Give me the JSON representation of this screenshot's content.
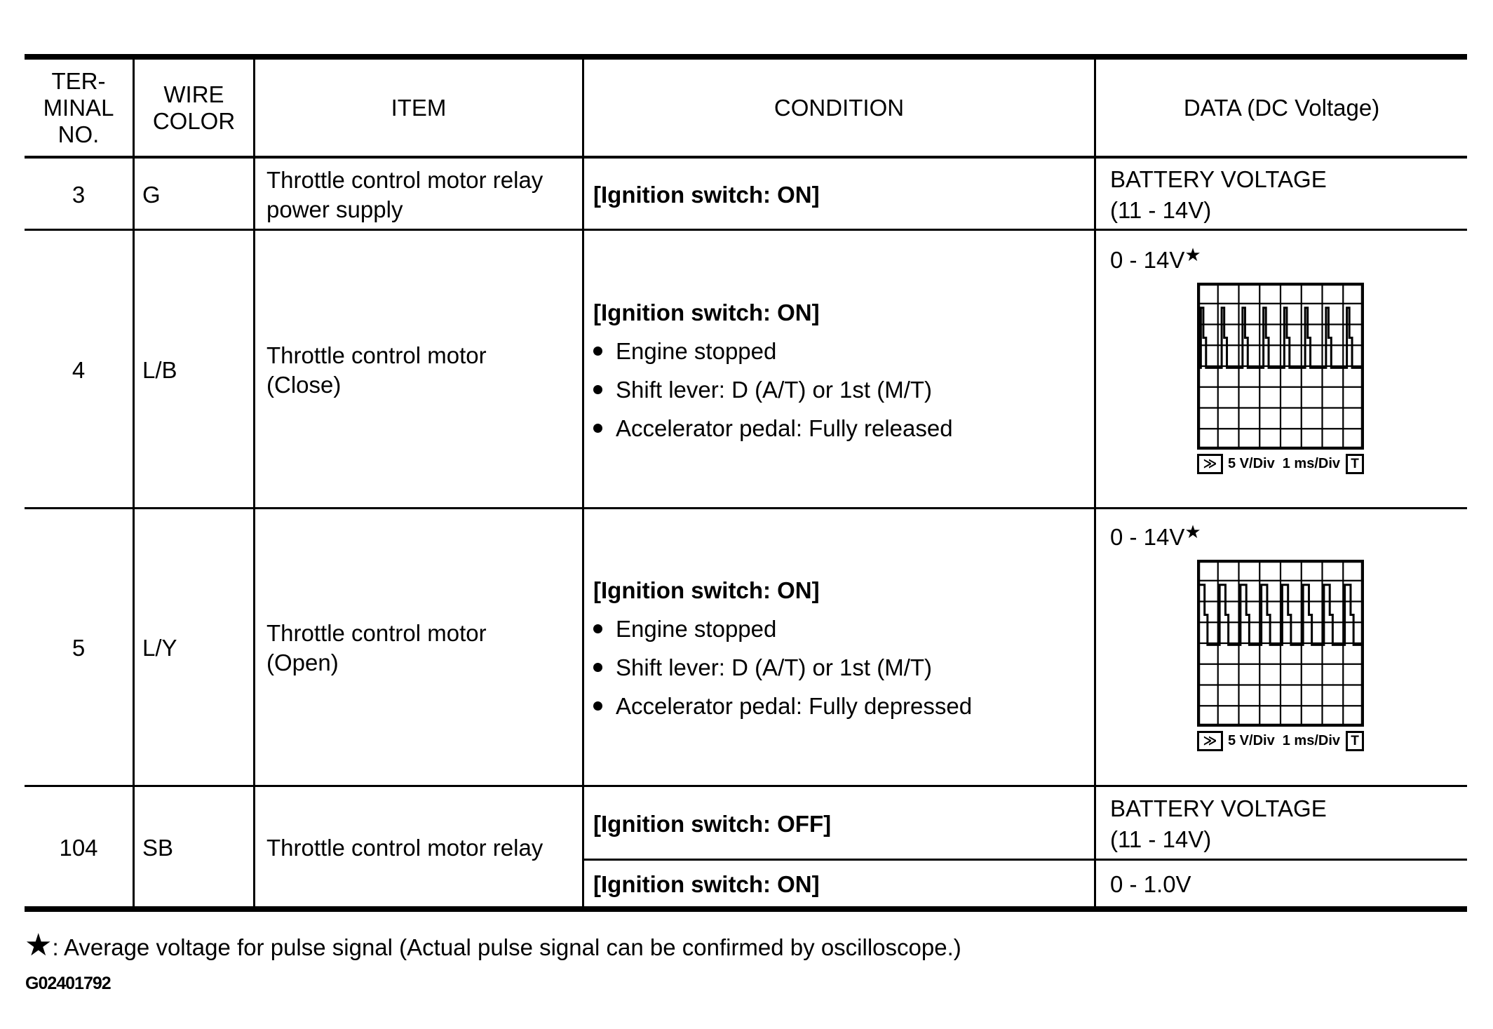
{
  "table": {
    "headers": {
      "terminal": "TER-\nMINAL\nNO.",
      "wire_color": "WIRE\nCOLOR",
      "item": "ITEM",
      "condition": "CONDITION",
      "data": "DATA (DC Voltage)"
    },
    "rows": [
      {
        "terminal": "3",
        "wire_color": "G",
        "item": "Throttle control motor relay\npower supply",
        "condition_main": "[Ignition switch: ON]",
        "data_text": "BATTERY VOLTAGE\n(11 - 14V)"
      },
      {
        "terminal": "4",
        "wire_color": "L/B",
        "item": "Throttle control motor\n(Close)",
        "condition_main": "[Ignition switch: ON]",
        "condition_bullets": [
          "Engine stopped",
          "Shift lever: D (A/T) or 1st (M/T)",
          "Accelerator pedal: Fully released"
        ],
        "data_label": "0 - 14V",
        "data_label_star": "★"
      },
      {
        "terminal": "5",
        "wire_color": "L/Y",
        "item": "Throttle control motor\n(Open)",
        "condition_main": "[Ignition switch: ON]",
        "condition_bullets": [
          "Engine stopped",
          "Shift lever: D (A/T) or 1st (M/T)",
          "Accelerator pedal: Fully depressed"
        ],
        "data_label": "0 - 14V",
        "data_label_star": "★"
      },
      {
        "terminal": "104",
        "wire_color": "SB",
        "item": "Throttle control motor relay",
        "sub_rows": [
          {
            "condition": "[Ignition switch: OFF]",
            "data": "BATTERY VOLTAGE\n(11 - 14V)"
          },
          {
            "condition": "[Ignition switch: ON]",
            "data": "0 - 1.0V"
          }
        ]
      }
    ]
  },
  "oscilloscope": {
    "volts_per_div": "5 V/Div",
    "time_per_div": "1 ms/Div",
    "left_marker": "≫",
    "right_marker": "T",
    "grid_cols": 8,
    "grid_rows": 8,
    "waveforms": [
      {
        "name": "throttle-close-pulse",
        "pulses": 8,
        "peak_frac": 0.15,
        "baseline_frac": 0.51,
        "mid_frac": 0.33,
        "offset_div": 0.18,
        "top_width_div": 0.12,
        "base_width_div": 0.25,
        "first_flat": false
      },
      {
        "name": "throttle-open-pulse",
        "pulses": 8,
        "peak_frac": 0.15,
        "baseline_frac": 0.51,
        "mid_frac": 0.33,
        "offset_div": 0.08,
        "top_width_div": 0.28,
        "base_width_div": 0.42,
        "first_flat": true
      }
    ]
  },
  "footer": {
    "footnote_star": "★",
    "footnote_text": ": Average voltage for pulse signal (Actual pulse signal can be confirmed by oscilloscope.)",
    "figure_id": "G02401792"
  }
}
